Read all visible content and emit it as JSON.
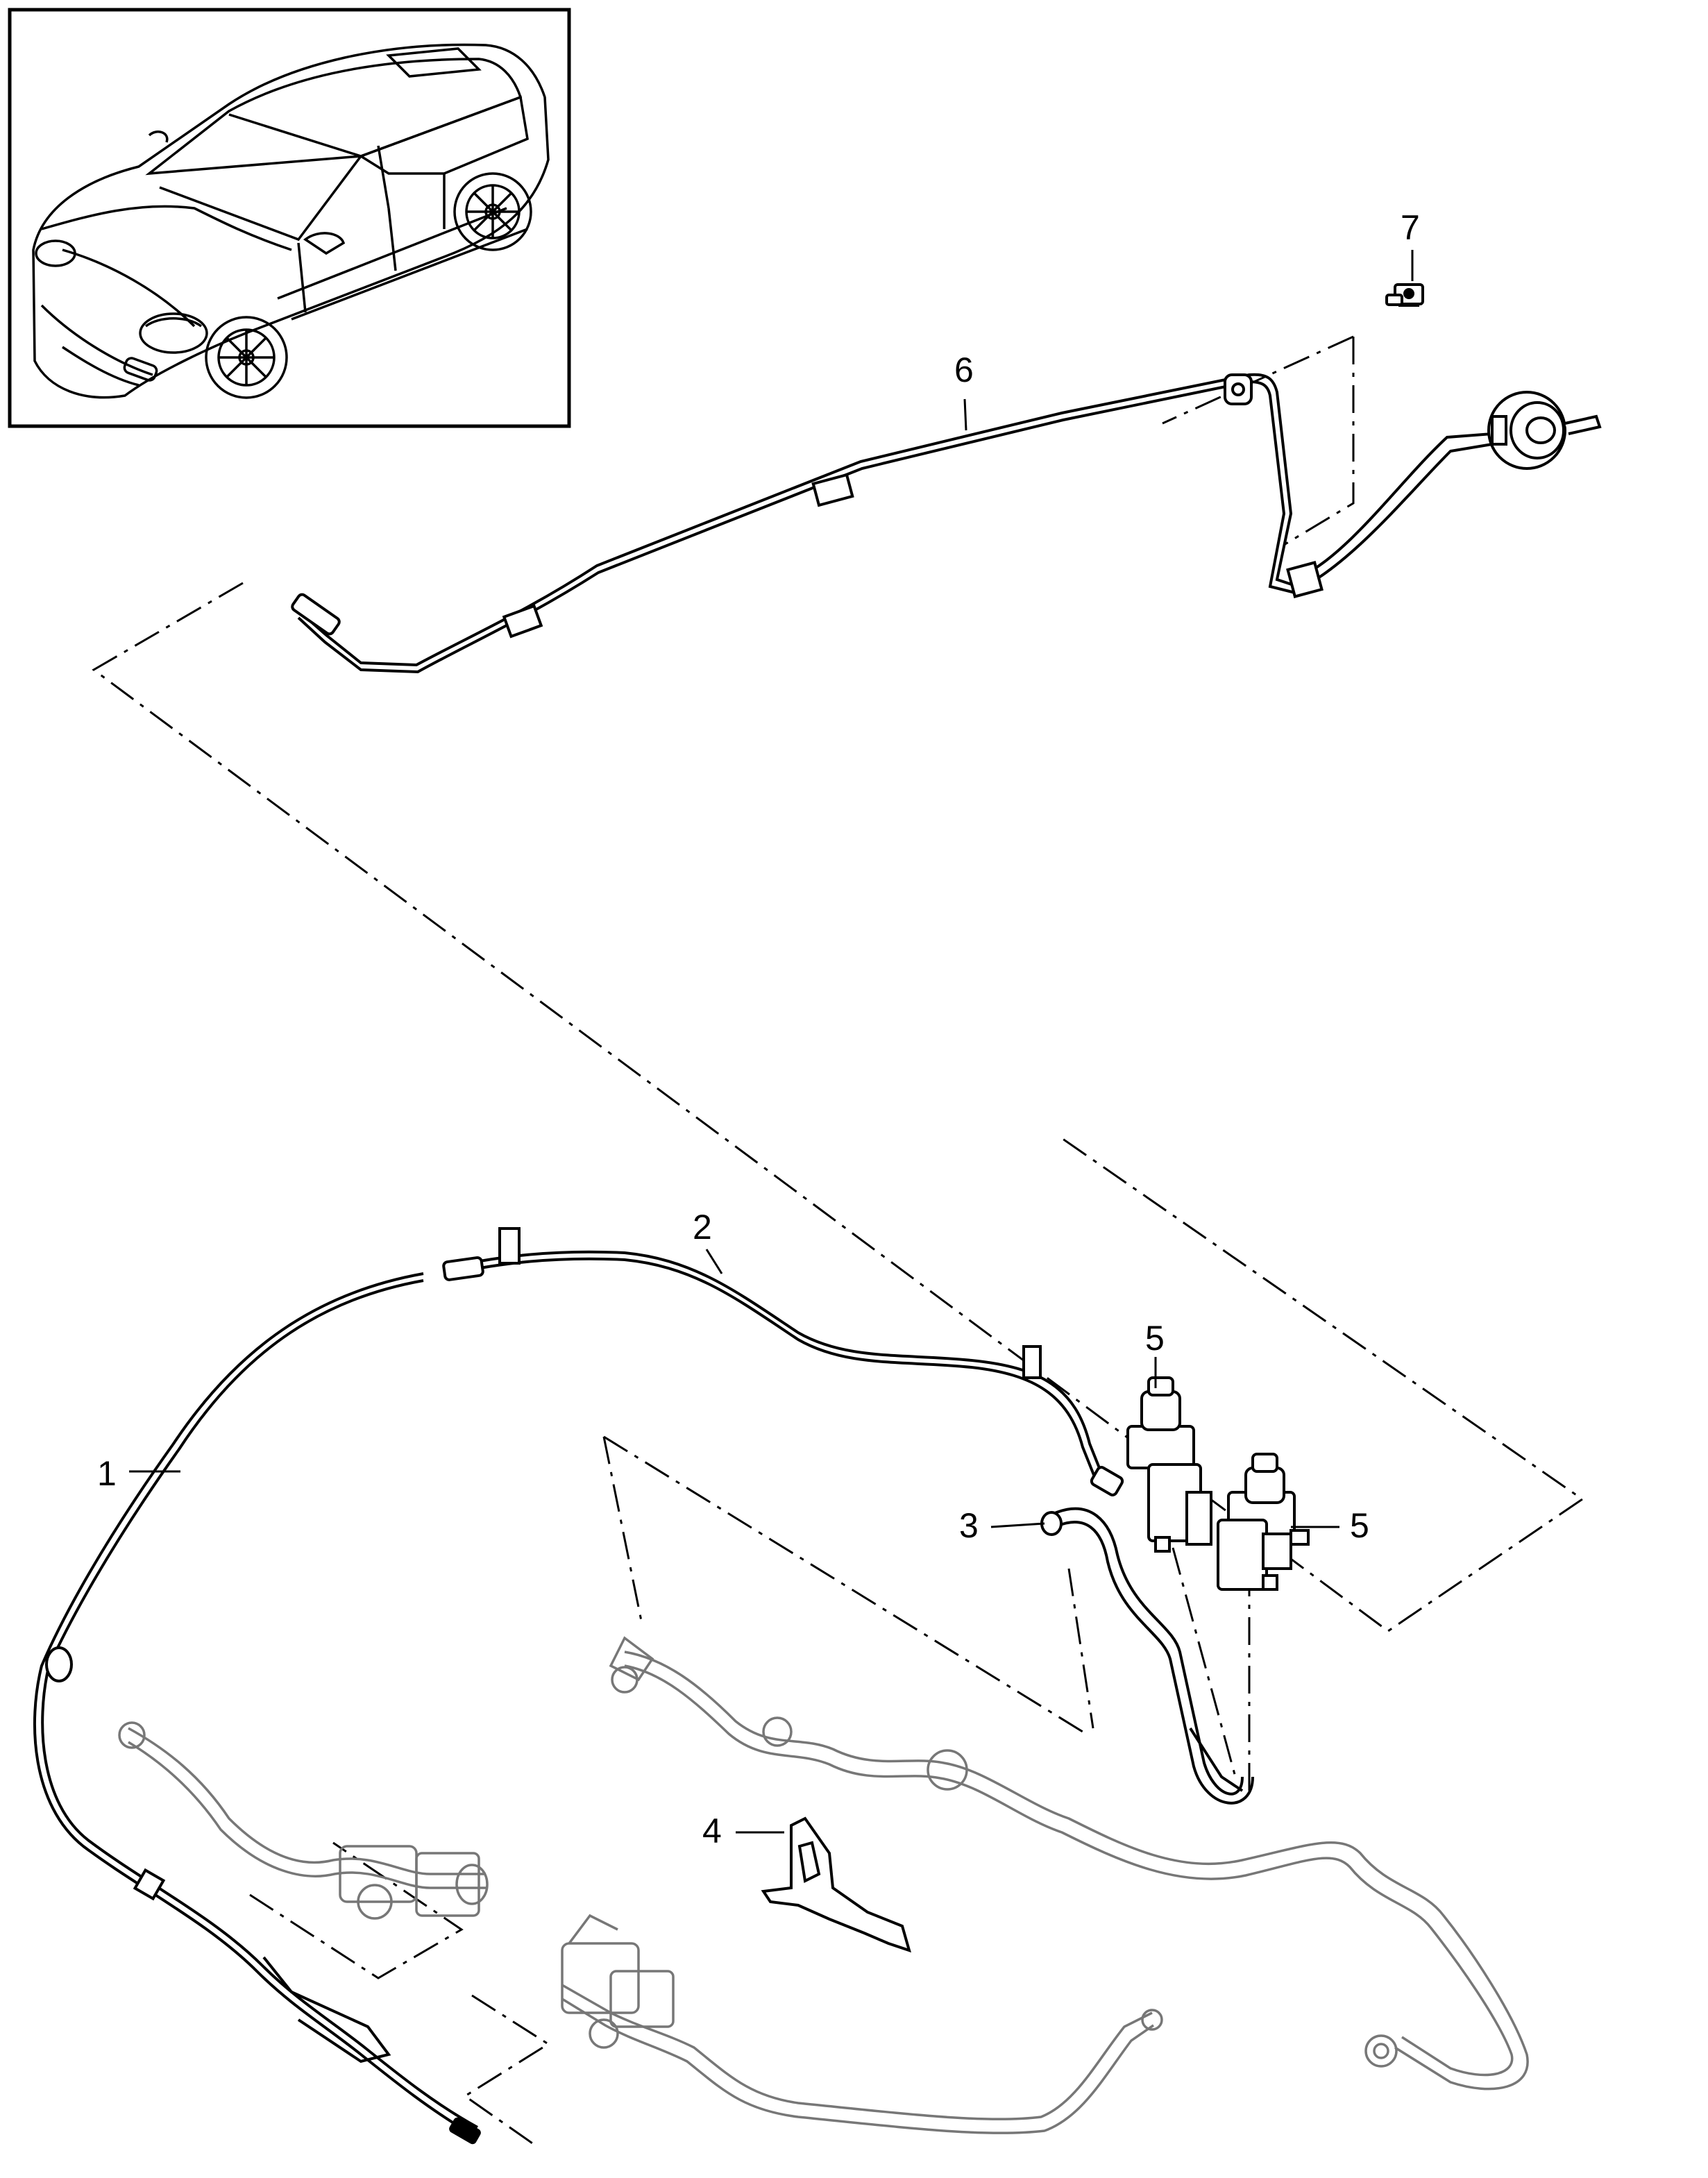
{
  "diagram": {
    "callouts": [
      {
        "id": "callout-1",
        "text": "1"
      },
      {
        "id": "callout-2",
        "text": "2"
      },
      {
        "id": "callout-3",
        "text": "3"
      },
      {
        "id": "callout-4",
        "text": "4"
      },
      {
        "id": "callout-5a",
        "text": "5"
      },
      {
        "id": "callout-5b",
        "text": "5"
      },
      {
        "id": "callout-6",
        "text": "6"
      },
      {
        "id": "callout-7",
        "text": "7"
      }
    ],
    "colors": {
      "line": "#000000",
      "background": "#ffffff"
    }
  }
}
